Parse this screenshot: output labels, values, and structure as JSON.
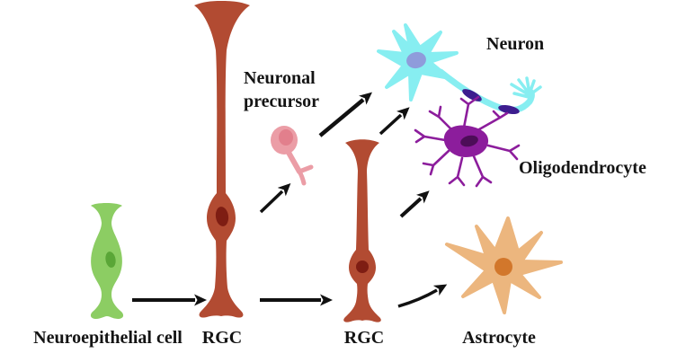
{
  "figure": {
    "labels": {
      "neuroepithelial": "Neuroepithelial cell",
      "rgc1": "RGC",
      "rgc2": "RGC",
      "neuronal_precursor": "Neuronal\nprecursor",
      "neuron": "Neuron",
      "oligodendrocyte": "Oligodendrocyte",
      "astrocyte": "Astrocyte"
    },
    "colors": {
      "background": "#ffffff",
      "text": "#141414",
      "arrow": "#111111",
      "neuroepithelial_body": "#8ccd63",
      "neuroepithelial_nucleus": "#5aa637",
      "rgc_body": "#b24b32",
      "rgc_nucleus": "#7e1d13",
      "precursor_body": "#eb9da6",
      "precursor_nucleus": "#e27f8c",
      "neuron_body": "#87eef1",
      "neuron_nucleus": "#8f9cdb",
      "myelin": "#3d1d8f",
      "oligodendrocyte_body": "#8c1d9c",
      "oligodendrocyte_nucleus": "#4d0d58",
      "astrocyte_body": "#ecb67e",
      "astrocyte_nucleus": "#d2772b"
    }
  }
}
